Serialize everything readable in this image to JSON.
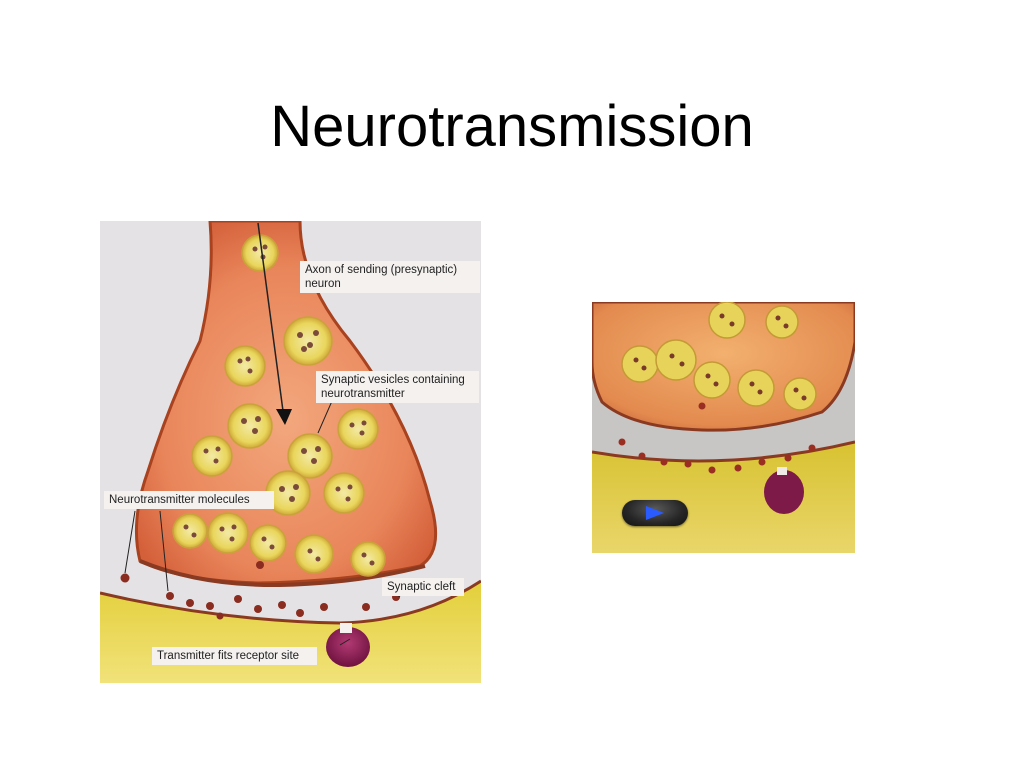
{
  "slide": {
    "title": "Neurotransmission"
  },
  "diagram": {
    "labels": {
      "axon": "Axon of sending (presynaptic) neuron",
      "vesicles": "Synaptic vesicles containing neurotransmitter",
      "molecules": "Neurotransmitter molecules",
      "cleft": "Synaptic cleft",
      "receptor": "Transmitter fits receptor site"
    }
  },
  "media": {
    "play_icon": "play-icon",
    "play_color": "#2a5bff"
  },
  "colors": {
    "neuron_body": "#e98a5c",
    "neuron_outline": "#8b3a22",
    "vesicle": "#e8d35a",
    "receiving_neuron": "#e7d23c",
    "receptor": "#8e1f52"
  }
}
